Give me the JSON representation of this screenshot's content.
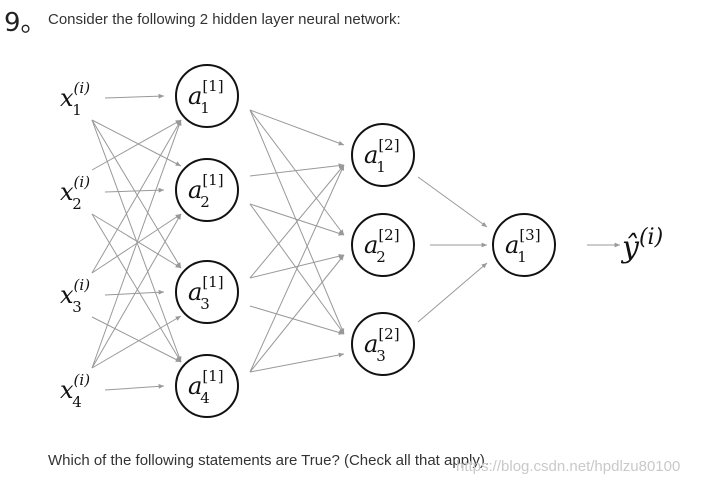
{
  "question_number": "9。",
  "question_text": "Consider the following 2 hidden layer neural network:",
  "prompt_text": "Which of the following statements are True? (Check all that apply).",
  "watermark": "https://blog.csdn.net/hpdlzu80100",
  "network": {
    "inputs": [
      {
        "base": "x",
        "sup": "(i)",
        "sub": "1"
      },
      {
        "base": "x",
        "sup": "(i)",
        "sub": "2"
      },
      {
        "base": "x",
        "sup": "(i)",
        "sub": "3"
      },
      {
        "base": "x",
        "sup": "(i)",
        "sub": "4"
      }
    ],
    "layer1": [
      {
        "base": "a",
        "sup": "[1]",
        "sub": "1"
      },
      {
        "base": "a",
        "sup": "[1]",
        "sub": "2"
      },
      {
        "base": "a",
        "sup": "[1]",
        "sub": "3"
      },
      {
        "base": "a",
        "sup": "[1]",
        "sub": "4"
      }
    ],
    "layer2": [
      {
        "base": "a",
        "sup": "[2]",
        "sub": "1"
      },
      {
        "base": "a",
        "sup": "[2]",
        "sub": "2"
      },
      {
        "base": "a",
        "sup": "[2]",
        "sub": "3"
      }
    ],
    "layer3": [
      {
        "base": "a",
        "sup": "[3]",
        "sub": "1"
      }
    ],
    "output": {
      "base": "ŷ",
      "sup": "(i)"
    }
  },
  "colors": {
    "node_stroke": "#111111",
    "edge": "#999999"
  }
}
